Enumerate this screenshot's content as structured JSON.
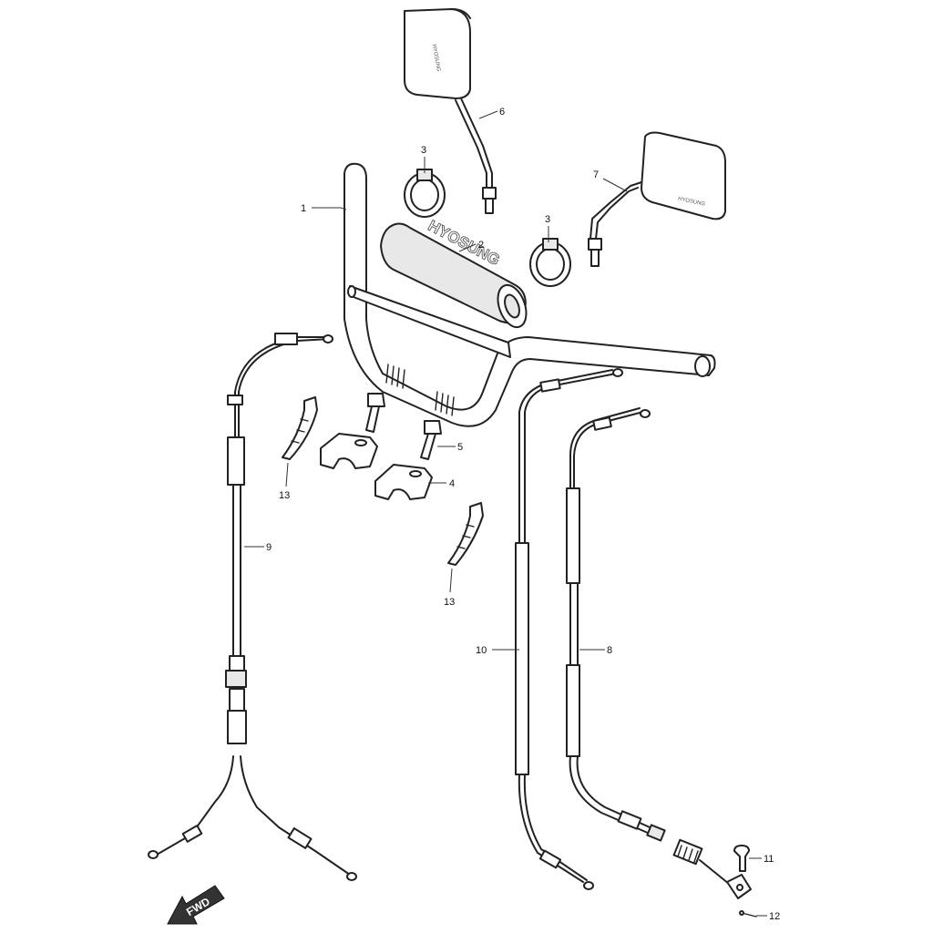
{
  "brand_text": "HYOSUNG",
  "fwd_label": "FWD",
  "callouts": {
    "p1": "1",
    "p2": "2",
    "p3a": "3",
    "p3b": "3",
    "p4": "4",
    "p5": "5",
    "p6": "6",
    "p7": "7",
    "p8": "8",
    "p9": "9",
    "p10": "10",
    "p11": "11",
    "p12": "12",
    "p13a": "13",
    "p13b": "13"
  }
}
